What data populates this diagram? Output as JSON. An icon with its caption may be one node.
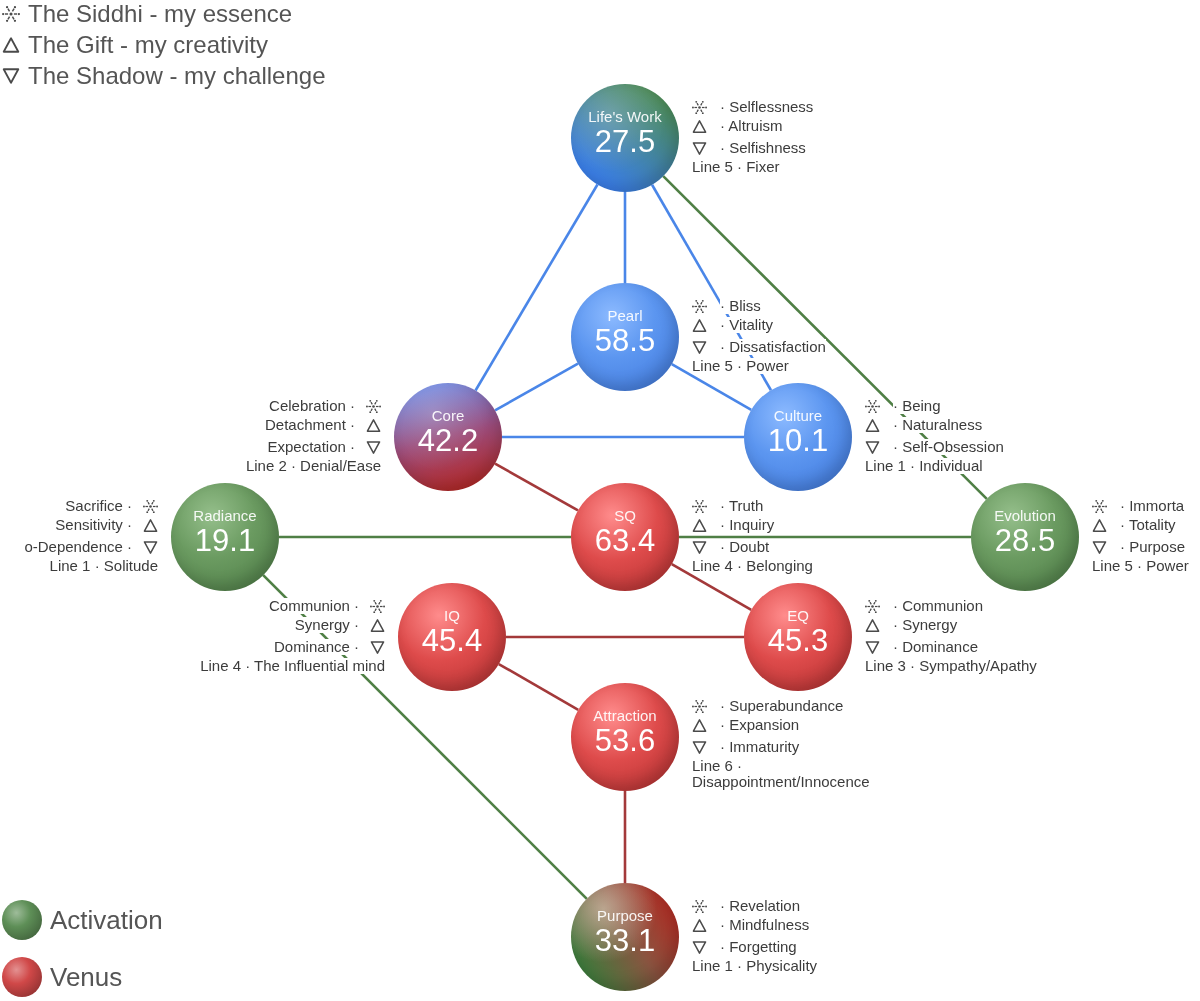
{
  "diagram": {
    "nodes": [
      {
        "text": [
          "Life's Work",
          "27.5"
        ],
        "beside": [
          "· Selflessness",
          "· Altruism",
          "· Selfishness",
          "Line 5 · Fixer"
        ]
      },
      {
        "text": [
          "Pearl",
          "58.5"
        ],
        "beside": [
          "· Bliss",
          "· Vitality",
          "· Dissatisfaction",
          "Line 5 · Power"
        ]
      },
      {
        "text": [
          "Core",
          "42.2"
        ],
        "beside": [
          "Celebration ·",
          "Detachment ·",
          "Expectation ·",
          "Line 2 · Denial/Ease"
        ]
      },
      {
        "text": [
          "Culture",
          "10.1"
        ],
        "beside": [
          "· Being",
          "· Naturalness",
          "· Self-Obsession",
          "Line 1 · Individual"
        ]
      },
      {
        "text": [
          "Radiance",
          "19.1"
        ],
        "beside": [
          "Sacrifice ·",
          "Sensitivity ·",
          "o-Dependence ·",
          "Line 1 · Solitude"
        ]
      },
      {
        "text": [
          "SQ",
          "63.4"
        ],
        "beside": [
          "· Truth",
          "· Inquiry",
          "· Doubt",
          "Line 4 · Belonging"
        ]
      },
      {
        "text": [
          "Evolution",
          "28.5"
        ],
        "beside": [
          "· Immorta",
          "· Totality",
          "· Purpose",
          "Line 5 · Power"
        ]
      },
      {
        "text": [
          "IQ",
          "45.4"
        ],
        "beside": [
          "Communion ·",
          "Synergy ·",
          "Dominance ·",
          "Line 4 · The Influential mind"
        ]
      },
      {
        "text": [
          "EQ",
          "45.3"
        ],
        "beside": [
          "· Communion",
          "· Synergy",
          "· Dominance",
          "Line 3 · Sympathy/Apathy"
        ]
      },
      {
        "text": [
          "Attraction",
          "53.6"
        ],
        "beside": [
          "· Superabundance",
          "· Expansion",
          "· Immaturity",
          "Line 6 · Disappointment/Innocence"
        ]
      },
      {
        "text": [
          "Purpose",
          "33.1"
        ],
        "beside": [
          "· Revelation",
          "· Mindfulness",
          "· Forgetting",
          "Line 1 · Physicality"
        ]
      }
    ],
    "edges": [
      {
        "from": 0,
        "to": 2,
        "arrow": "none"
      },
      {
        "from": 0,
        "to": 1,
        "arrow": "none"
      },
      {
        "from": 0,
        "to": 3,
        "arrow": "none"
      },
      {
        "from": 1,
        "to": 2,
        "arrow": "none"
      },
      {
        "from": 1,
        "to": 3,
        "arrow": "none"
      },
      {
        "from": 2,
        "to": 3,
        "arrow": "none"
      },
      {
        "from": 0,
        "to": 6,
        "arrow": "none",
        "color": "#4f7f45"
      },
      {
        "from": 4,
        "to": 5,
        "arrow": "none",
        "color": "#4f7f45"
      },
      {
        "from": 5,
        "to": 6,
        "arrow": "none",
        "color": "#4f7f45"
      },
      {
        "from": 4,
        "to": 10,
        "arrow": "none",
        "color": "#4f7f45"
      },
      {
        "from": 2,
        "to": 5,
        "arrow": "none",
        "color": "#a3393a"
      },
      {
        "from": 5,
        "to": 8,
        "arrow": "none",
        "color": "#a3393a"
      },
      {
        "from": 7,
        "to": 8,
        "arrow": "none",
        "color": "#a3393a"
      },
      {
        "from": 7,
        "to": 9,
        "arrow": "none",
        "color": "#a3393a"
      },
      {
        "from": 9,
        "to": 10,
        "arrow": "none",
        "color": "#a3393a"
      }
    ],
    "legend": [
      {
        "text": "The Siddhi - my essence"
      },
      {
        "text": "The Gift - my creativity"
      },
      {
        "text": "The Shadow - my challenge"
      },
      {
        "text": "Activation",
        "color": "#5e8f57"
      },
      {
        "text": "Venus",
        "color": "#d04848"
      }
    ]
  }
}
